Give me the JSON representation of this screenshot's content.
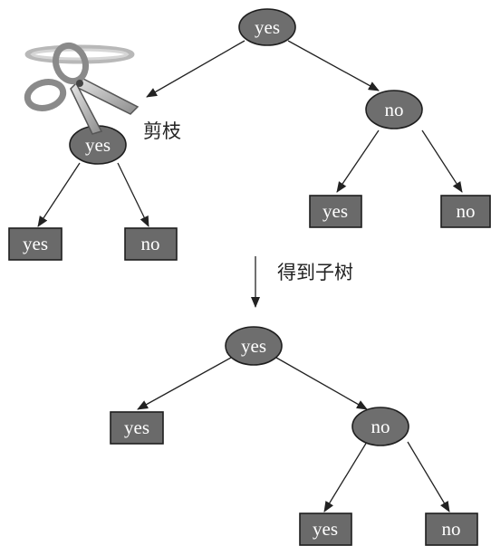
{
  "annotations": {
    "prune_label": "剪枝",
    "result_label": "得到子树"
  },
  "original_tree": {
    "root": "yes",
    "left_internal": "yes",
    "left_leaf_yes": "yes",
    "left_leaf_no": "no",
    "right_internal": "no",
    "right_leaf_yes": "yes",
    "right_leaf_no": "no"
  },
  "subtree": {
    "root": "yes",
    "left_leaf": "yes",
    "right_internal": "no",
    "right_leaf_yes": "yes",
    "right_leaf_no": "no"
  },
  "icons": {
    "scissors": "scissors-icon"
  },
  "colors": {
    "node_fill": "#6e6e6e",
    "node_text": "#ffffff",
    "line": "#222222"
  }
}
